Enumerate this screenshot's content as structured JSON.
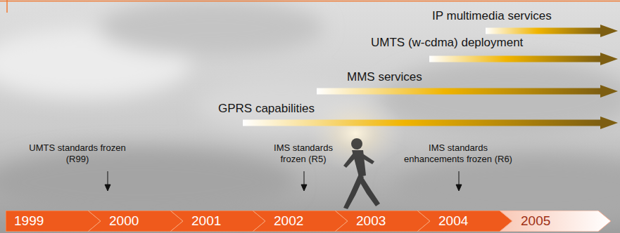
{
  "diagram": {
    "nodes": [
      {
        "text": [
          "IP multimedia services"
        ]
      },
      {
        "text": [
          "UMTS (w-cdma) deployment"
        ]
      },
      {
        "text": [
          "MMS services"
        ]
      },
      {
        "text": [
          "GPRS capabilities"
        ]
      },
      {
        "text": [
          "1999"
        ]
      },
      {
        "text": [
          "2000"
        ]
      },
      {
        "text": [
          "2001"
        ]
      },
      {
        "text": [
          "2002"
        ]
      },
      {
        "text": [
          "2003"
        ]
      },
      {
        "text": [
          "2004"
        ]
      },
      {
        "text": [
          "2005"
        ]
      }
    ],
    "labels": [
      "UMTS standards frozen (R99)",
      "IMS standards frozen (R5)",
      "IMS standards enhancements frozen (R6)"
    ]
  }
}
